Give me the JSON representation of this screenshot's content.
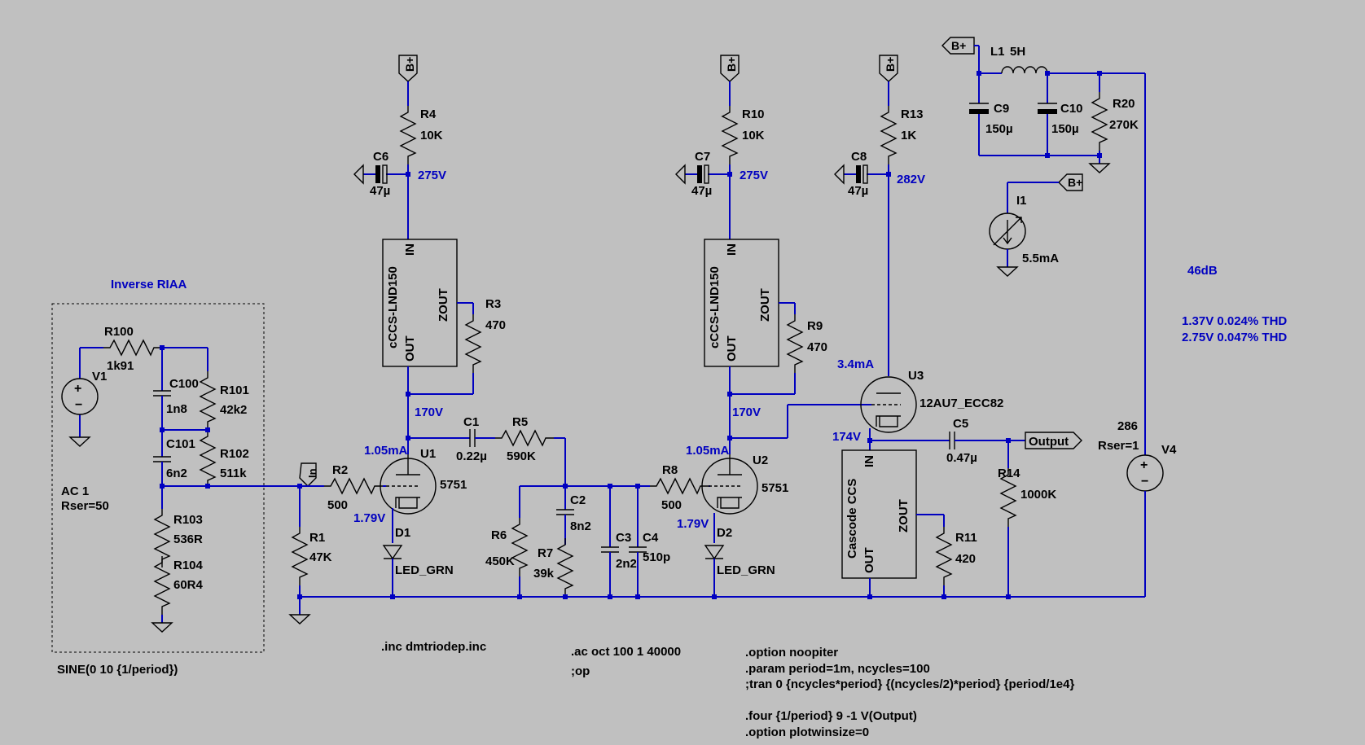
{
  "diagram": {
    "inverse_riaa": {
      "title": "Inverse RIAA",
      "source": {
        "ref": "V1",
        "line1": "AC 1",
        "line2": "Rser=50",
        "sine": "SINE(0 10 {1/period})"
      },
      "R100": {
        "ref": "R100",
        "value": "1k91"
      },
      "C100": {
        "ref": "C100",
        "value": "1n8"
      },
      "R101": {
        "ref": "R101",
        "value": "42k2"
      },
      "C101": {
        "ref": "C101",
        "value": "6n2"
      },
      "R102": {
        "ref": "R102",
        "value": "511k"
      },
      "R103": {
        "ref": "R103",
        "value": "536R"
      },
      "R104": {
        "ref": "R104",
        "value": "60R4"
      }
    },
    "input": {
      "label": "In",
      "R1": {
        "ref": "R1",
        "value": "47K"
      },
      "R2": {
        "ref": "R2",
        "value": "500"
      }
    },
    "stage1": {
      "R4": {
        "ref": "R4",
        "value": "10K"
      },
      "C6": {
        "ref": "C6",
        "value": "47µ"
      },
      "v_supply": "275V",
      "ccs_name": "cCCS-LND150",
      "pin_in": "IN",
      "pin_out": "OUT",
      "pin_zout": "ZOUT",
      "R3": {
        "ref": "R3",
        "value": "470"
      },
      "v_plate": "170V",
      "current": "1.05mA",
      "tube": {
        "ref": "U1",
        "value": "5751"
      },
      "v_cathode": "1.79V",
      "D1": {
        "ref": "D1",
        "value": "LED_GRN"
      },
      "C1": {
        "ref": "C1",
        "value": "0.22µ"
      },
      "R5": {
        "ref": "R5",
        "value": "590K"
      }
    },
    "riaa_network": {
      "C2": {
        "ref": "C2",
        "value": "8n2"
      },
      "R6": {
        "ref": "R6",
        "value": "450K"
      },
      "R7": {
        "ref": "R7",
        "value": "39k"
      },
      "C3": {
        "ref": "C3",
        "value": "2n2"
      },
      "C4": {
        "ref": "C4",
        "value": "510p"
      }
    },
    "stage2": {
      "R8": {
        "ref": "R8",
        "value": "500"
      },
      "R10": {
        "ref": "R10",
        "value": "10K"
      },
      "C7": {
        "ref": "C7",
        "value": "47µ"
      },
      "v_supply": "275V",
      "ccs_name": "cCCS-LND150",
      "pin_in": "IN",
      "pin_out": "OUT",
      "pin_zout": "ZOUT",
      "R9": {
        "ref": "R9",
        "value": "470"
      },
      "v_plate": "170V",
      "current": "1.05mA",
      "tube": {
        "ref": "U2",
        "value": "5751"
      },
      "v_cathode": "1.79V",
      "D2": {
        "ref": "D2",
        "value": "LED_GRN"
      }
    },
    "stage3": {
      "R13": {
        "ref": "R13",
        "value": "1K"
      },
      "C8": {
        "ref": "C8",
        "value": "47µ"
      },
      "v_supply": "282V",
      "current": "3.4mA",
      "tube": {
        "ref": "U3",
        "value": "12AU7_ECC82"
      },
      "v_cathode": "174V",
      "ccs_name": "Cascode CCS",
      "pin_in": "IN",
      "pin_out": "OUT",
      "pin_zout": "ZOUT",
      "R11": {
        "ref": "R11",
        "value": "420"
      },
      "C5": {
        "ref": "C5",
        "value": "0.47µ"
      },
      "R14": {
        "ref": "R14",
        "value": "1000K"
      },
      "output_label": "Output"
    },
    "supply": {
      "bplus": "B+",
      "L1": {
        "ref": "L1",
        "value": "5H"
      },
      "C9": {
        "ref": "C9",
        "value": "150µ"
      },
      "C10": {
        "ref": "C10",
        "value": "150µ"
      },
      "R20": {
        "ref": "R20",
        "value": "270K"
      },
      "I1": {
        "ref": "I1",
        "value": "5.5mA"
      },
      "V4": {
        "ref": "V4",
        "value": "286",
        "rser": "Rser=1"
      }
    },
    "results": {
      "gain": "46dB",
      "thd1": "1.37V 0.024% THD",
      "thd2": "2.75V 0.047% THD"
    },
    "directives": {
      "inc": ".inc dmtriodep.inc",
      "ac": ".ac oct 100 1 40000",
      "op": ";op",
      "opt1": ".option noopiter",
      "param": ".param period=1m, ncycles=100",
      "tran": ";tran 0 {ncycles*period} {(ncycles/2)*period} {period/1e4}",
      "four": ".four {1/period} 9 -1 V(Output)",
      "opt2": ".option plotwinsize=0"
    }
  }
}
